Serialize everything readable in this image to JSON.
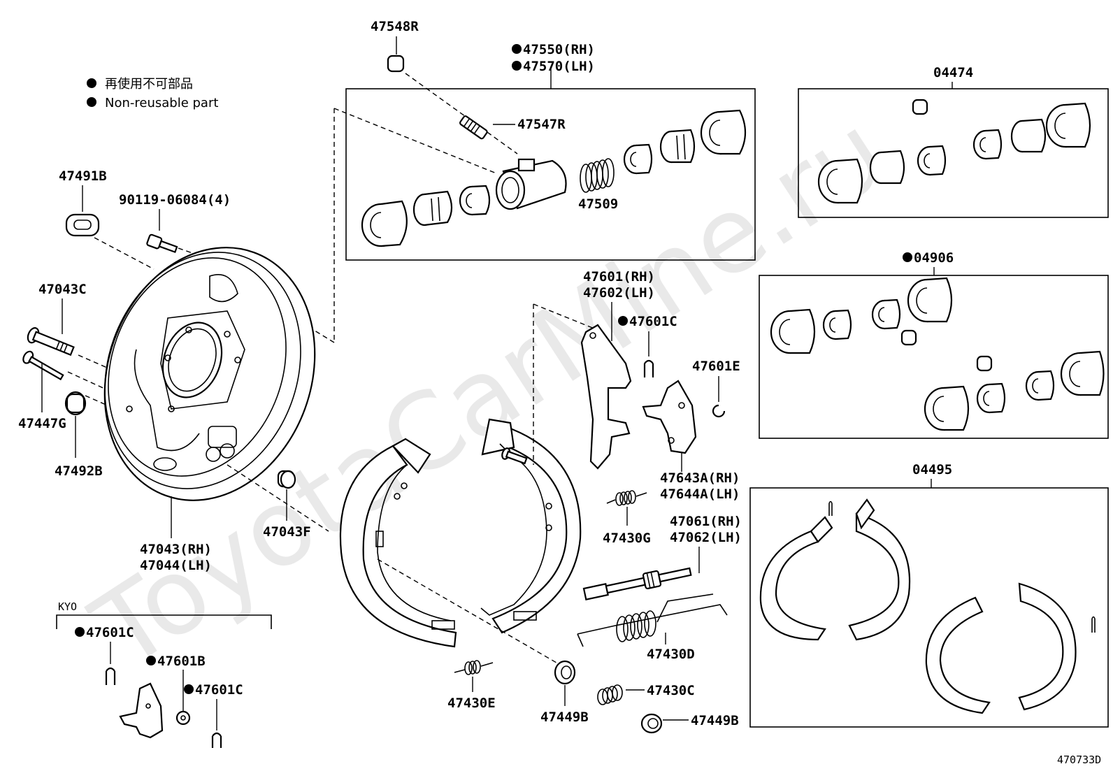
{
  "watermark": "ToyotaCarMine.ru",
  "diagram_code": "470733D",
  "legend": [
    {
      "jp": "再使用不可部品",
      "en": "Non-reusable part"
    }
  ],
  "labels": {
    "p47548R": "47548R",
    "p47550": "47550(RH)",
    "p47570": "47570(LH)",
    "p47547R": "47547R",
    "p47509": "47509",
    "p04474": "04474",
    "p04906": "04906",
    "p04495": "04495",
    "p47491B": "47491B",
    "p90119": "90119-06084(4)",
    "p47043C": "47043C",
    "p47447G": "47447G",
    "p47492B": "47492B",
    "p47043RH": "47043(RH)",
    "p47044LH": "47044(LH)",
    "p47043F": "47043F",
    "p47601RH": "47601(RH)",
    "p47602LH": "47602(LH)",
    "p47601C": "47601C",
    "p47601E": "47601E",
    "p47643A": "47643A(RH)",
    "p47644A": "47644A(LH)",
    "p47430G": "47430G",
    "p47061": "47061(RH)",
    "p47062": "47062(LH)",
    "p47430D": "47430D",
    "p47430E": "47430E",
    "p47449B_a": "47449B",
    "p47430C": "47430C",
    "p47449B_b": "47449B",
    "kyo": "KYO",
    "kyo_47601C_a": "47601C",
    "kyo_47601B": "47601B",
    "kyo_47601C_b": "47601C"
  }
}
